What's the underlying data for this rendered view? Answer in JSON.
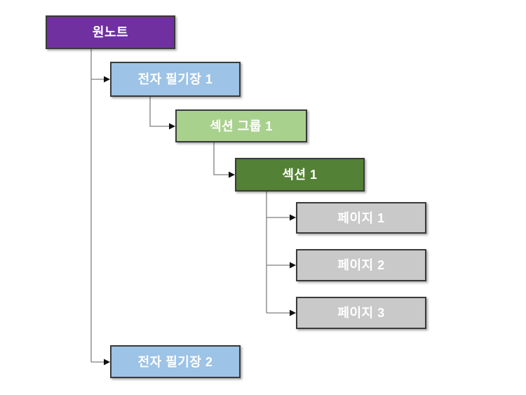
{
  "diagram": {
    "type": "tree",
    "description": "OneNote hierarchy diagram",
    "background": "#FFFFFF",
    "colors": {
      "background": "#FFFFFF",
      "root": "#7030A0",
      "notebook": "#9DC3E6",
      "section_group": "#A9D18E",
      "section": "#538135",
      "page": "#C9C9C9",
      "border": "#3A3A3A",
      "connector": "#7F7F7F",
      "arrow": "#111111",
      "label_text": "#FFFFFF"
    },
    "nodes": [
      {
        "id": "onenote",
        "label": "원노트",
        "level": "root",
        "parent": null
      },
      {
        "id": "notebook-1",
        "label": "전자 필기장 1",
        "level": "notebook",
        "parent": "onenote"
      },
      {
        "id": "section-group-1",
        "label": "섹션 그룹 1",
        "level": "section_group",
        "parent": "notebook-1"
      },
      {
        "id": "section-1",
        "label": "섹션 1",
        "level": "section",
        "parent": "section-group-1"
      },
      {
        "id": "page-1",
        "label": "페이지 1",
        "level": "page",
        "parent": "section-1"
      },
      {
        "id": "page-2",
        "label": "페이지 2",
        "level": "page",
        "parent": "section-1"
      },
      {
        "id": "page-3",
        "label": "페이지 3",
        "level": "page",
        "parent": "section-1"
      },
      {
        "id": "notebook-2",
        "label": "전자 필기장 2",
        "level": "notebook",
        "parent": "onenote"
      }
    ]
  }
}
